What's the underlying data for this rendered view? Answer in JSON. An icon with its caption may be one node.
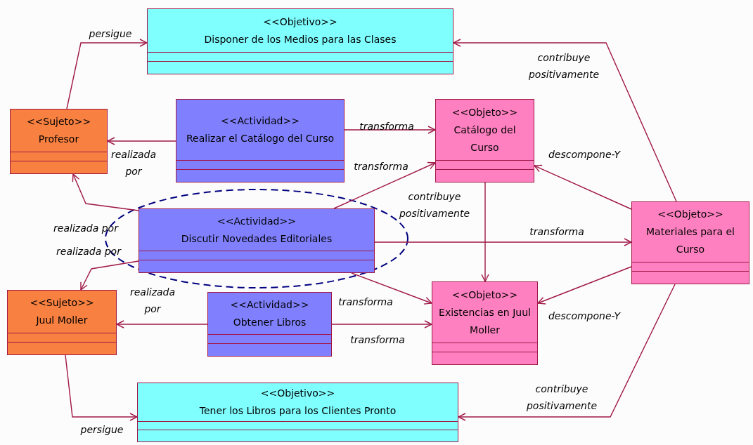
{
  "diagram": {
    "nodes": [
      {
        "text": [
          "<<Objetivo>>",
          "Disponer de los Medios para las Clases"
        ]
      },
      {
        "text": [
          "<<Sujeto>>",
          "Profesor"
        ]
      },
      {
        "text": [
          "<<Actividad>>",
          "Realizar el Catálogo del Curso"
        ]
      },
      {
        "text": [
          "<<Objeto>>",
          "Catálogo del Curso"
        ]
      },
      {
        "text": [
          "<<Actividad>>",
          "Discutir Novedades Editoriales"
        ]
      },
      {
        "text": [
          "<<Objeto>>",
          "Materiales para el Curso"
        ]
      },
      {
        "text": [
          "<<Sujeto>>",
          "Juul Moller"
        ]
      },
      {
        "text": [
          "<<Actividad>>",
          "Obtener Libros"
        ]
      },
      {
        "text": [
          "<<Objeto>>",
          "Existencias en Juul Moller"
        ]
      },
      {
        "text": [
          "<<Objetivo>>",
          "Tener los Libros para los Clientes Pronto"
        ]
      }
    ],
    "edges": [
      {
        "from": 1,
        "to": 0,
        "arrow": "to",
        "label": "persigue"
      },
      {
        "from": 2,
        "to": 1,
        "arrow": "to",
        "label": "realizada por"
      },
      {
        "from": 2,
        "to": 3,
        "arrow": "to",
        "label": "transforma"
      },
      {
        "from": 4,
        "to": 3,
        "arrow": "to",
        "label": "transforma"
      },
      {
        "from": 4,
        "to": 1,
        "arrow": "to",
        "label": "realizada por"
      },
      {
        "from": 4,
        "to": 6,
        "arrow": "to",
        "label": "realizada por"
      },
      {
        "from": 4,
        "to": 5,
        "arrow": "to",
        "label": "transforma"
      },
      {
        "from": 4,
        "to": 8,
        "arrow": "to",
        "label": "transforma"
      },
      {
        "from": 3,
        "to": 8,
        "arrow": "to",
        "label": "contribuye positivamente"
      },
      {
        "from": 5,
        "to": 3,
        "arrow": "to",
        "label": "descompone-Y"
      },
      {
        "from": 5,
        "to": 8,
        "arrow": "to",
        "label": "descompone-Y"
      },
      {
        "from": 5,
        "to": 0,
        "arrow": "to",
        "label": "contribuye positivamente"
      },
      {
        "from": 5,
        "to": 9,
        "arrow": "to",
        "label": "contribuye positivamente"
      },
      {
        "from": 7,
        "to": 6,
        "arrow": "to",
        "label": "realizada por"
      },
      {
        "from": 7,
        "to": 8,
        "arrow": "to",
        "label": "transforma"
      },
      {
        "from": 6,
        "to": 9,
        "arrow": "to",
        "label": "persigue"
      }
    ]
  }
}
